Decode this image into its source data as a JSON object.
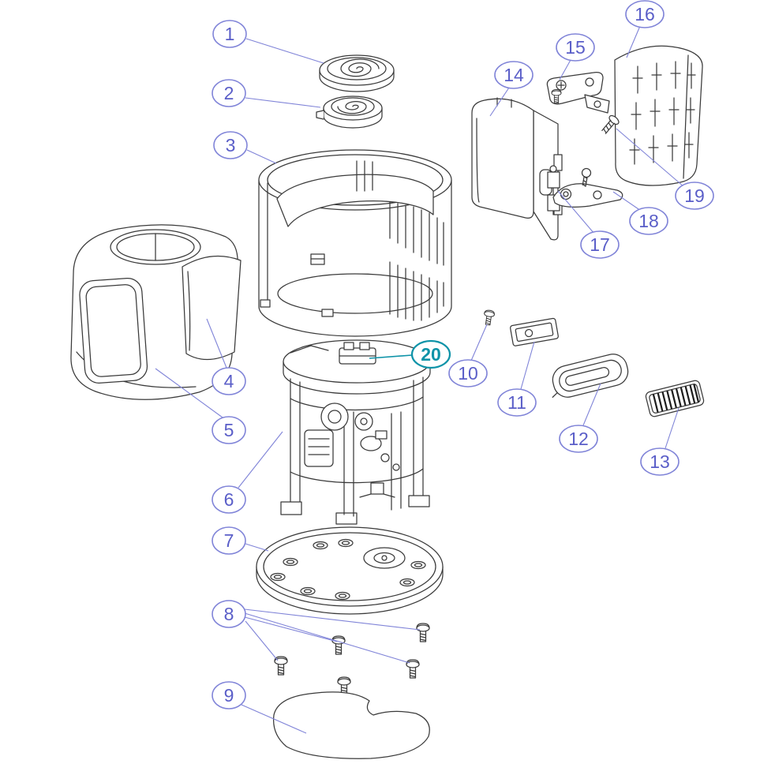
{
  "colors": {
    "callout_stroke": "#8084d8",
    "callout_text": "#5a5ec8",
    "highlight": "#0e93a8",
    "line_art": "#3a3a3a"
  },
  "callouts": [
    {
      "id": 1,
      "label": "1"
    },
    {
      "id": 2,
      "label": "2"
    },
    {
      "id": 3,
      "label": "3"
    },
    {
      "id": 4,
      "label": "4"
    },
    {
      "id": 5,
      "label": "5"
    },
    {
      "id": 6,
      "label": "6"
    },
    {
      "id": 7,
      "label": "7"
    },
    {
      "id": 8,
      "label": "8"
    },
    {
      "id": 9,
      "label": "9"
    },
    {
      "id": 10,
      "label": "10"
    },
    {
      "id": 11,
      "label": "11"
    },
    {
      "id": 12,
      "label": "12"
    },
    {
      "id": 13,
      "label": "13"
    },
    {
      "id": 14,
      "label": "14"
    },
    {
      "id": 15,
      "label": "15"
    },
    {
      "id": 16,
      "label": "16"
    },
    {
      "id": 17,
      "label": "17"
    },
    {
      "id": 18,
      "label": "18"
    },
    {
      "id": 19,
      "label": "19"
    },
    {
      "id": 20,
      "label": "20",
      "highlighted": true
    }
  ]
}
